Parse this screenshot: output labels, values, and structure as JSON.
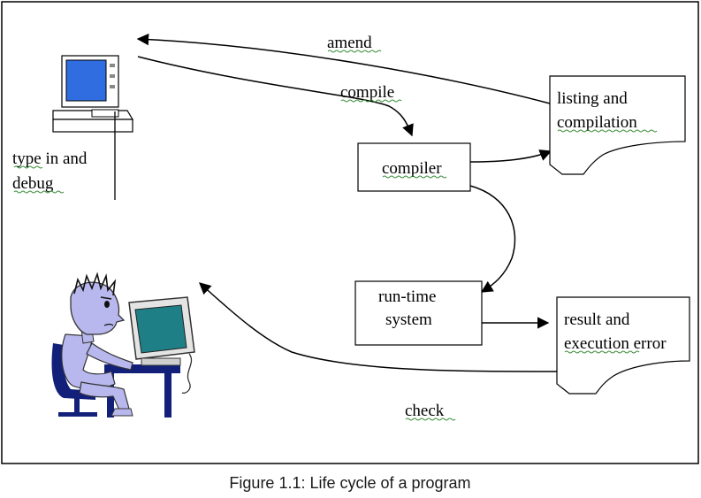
{
  "figure": {
    "caption": "Figure 1.1: Life cycle of a program"
  },
  "nodes": {
    "terminal_label_line1": "type in and",
    "terminal_label_line2": "debug",
    "compiler": "compiler",
    "listing_line1": "listing and",
    "listing_line2": "compilation",
    "runtime_line1": "run-time",
    "runtime_line2": "system",
    "result_line1": "result and",
    "result_line2": "execution error"
  },
  "edges": {
    "amend": "amend",
    "compile": "compile",
    "check": "check"
  },
  "icons": [
    "computer-terminal-icon",
    "programmer-at-computer-icon"
  ],
  "colors": {
    "screen_blue": "#2f6de0",
    "screen_teal": "#1f7f86",
    "person_lavender": "#b8b8ee",
    "chair_navy": "#12207a",
    "spellcheck_green": "#3b8f3b"
  }
}
